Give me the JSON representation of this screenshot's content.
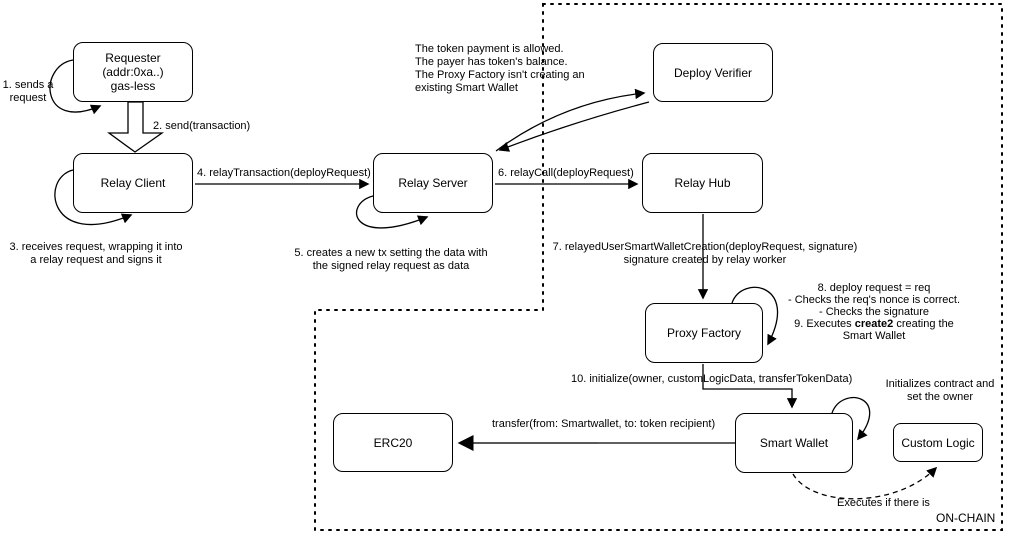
{
  "region_label": "ON-CHAIN",
  "nodes": {
    "requester": {
      "line1": "Requester",
      "line2": "(addr:0xa..)",
      "line3": "gas-less"
    },
    "relay_client": {
      "label": "Relay Client"
    },
    "relay_server": {
      "label": "Relay Server"
    },
    "deploy_verifier": {
      "label": "Deploy Verifier"
    },
    "relay_hub": {
      "label": "Relay Hub"
    },
    "proxy_factory": {
      "label": "Proxy Factory"
    },
    "smart_wallet": {
      "label": "Smart Wallet"
    },
    "erc20": {
      "label": "ERC20"
    },
    "custom_logic": {
      "label": "Custom Logic"
    }
  },
  "labels": {
    "step1": {
      "line1": "1. sends a",
      "line2": "request"
    },
    "step2": "2. send(transaction)",
    "step3": {
      "line1": "3. receives request, wrapping it into",
      "line2": "a relay request and signs it"
    },
    "step4": "4. relayTransaction(deployRequest)",
    "step5": {
      "line1": "5. creates a new tx setting the data with",
      "line2": "the signed relay request as data"
    },
    "step6": "6. relayCall(deployRequest)",
    "step7": {
      "line1": "7. relayedUserSmartWalletCreation(deployRequest, signature)",
      "line2": "signature created by relay worker"
    },
    "verifier_note": {
      "line1": "The token payment is allowed.",
      "line2": "The payer has token's balance.",
      "line3": "The Proxy Factory isn't creating an",
      "line4": "existing Smart Wallet"
    },
    "step8_9": {
      "line1": "8. deploy request = req",
      "line2": "- Checks the req's nonce is correct.",
      "line3": "- Checks the signature",
      "line4_pre": "9. Executes ",
      "line4_bold": "create2",
      "line4_post": " creating the",
      "line5": "Smart Wallet"
    },
    "step10": "10. initialize(owner, customLogicData, transferTokenData)",
    "init_note": {
      "line1": "Initializes contract and",
      "line2": "set the owner"
    },
    "transfer": "transfer(from: Smartwallet, to: token recipient)",
    "executes_note": "Executes if there is"
  },
  "colors": {
    "line": "#000000",
    "box_fill": "#ffffff",
    "transfer_line": "#595959"
  }
}
